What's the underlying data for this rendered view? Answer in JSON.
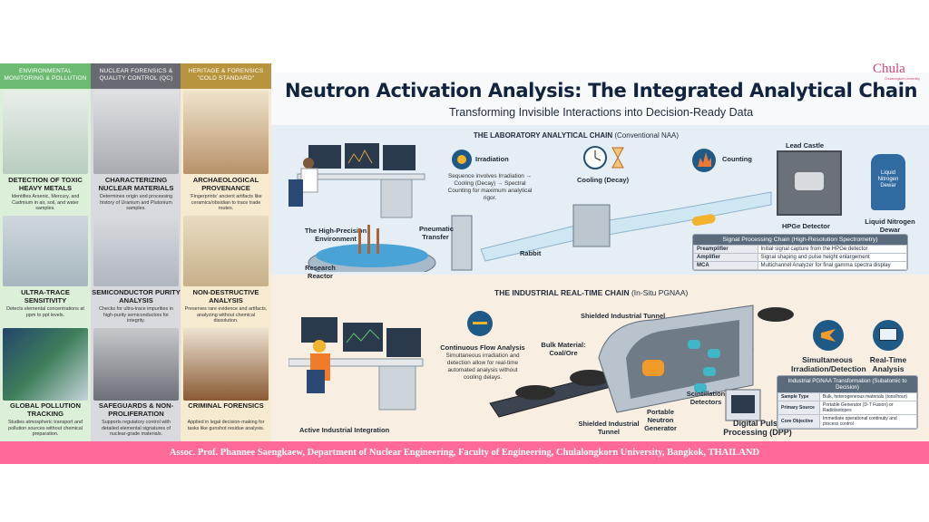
{
  "columns": [
    {
      "header": "ENVIRONMENTAL MONITORING & POLLUTION",
      "color": "#6dbb73",
      "bg": "#dcefd9",
      "items": [
        {
          "title": "DETECTION OF TOXIC HEAVY METALS",
          "desc": "Identifies Arsenic, Mercury, and Cadmium in air, soil, and water samples."
        },
        {
          "title": "ULTRA-TRACE SENSITIVITY",
          "desc": "Detects elemental concentrations at ppm to ppt levels."
        },
        {
          "title": "GLOBAL POLLUTION TRACKING",
          "desc": "Studies atmospheric transport and pollution sources without chemical preparation."
        }
      ]
    },
    {
      "header": "NUCLEAR FORENSICS & QUALITY CONTROL (QC)",
      "color": "#686c72",
      "bg": "#d9dadf",
      "items": [
        {
          "title": "CHARACTERIZING NUCLEAR MATERIALS",
          "desc": "Determines origin and processing history of Uranium and Plutonium samples."
        },
        {
          "title": "SEMICONDUCTOR PURITY ANALYSIS",
          "desc": "Checks for ultra-trace impurities in high-purity semiconductors for integrity."
        },
        {
          "title": "SAFEGUARDS & NON-PROLIFERATION",
          "desc": "Supports regulatory control with detailed elemental signatures of nuclear-grade materials."
        }
      ]
    },
    {
      "header": "HERITAGE & FORENSICS \"COLD STANDARD\"",
      "color": "#b8953c",
      "bg": "#f6ead0",
      "items": [
        {
          "title": "ARCHAEOLOGICAL PROVENANCE",
          "desc": "'Fingerprints' ancient artifacts like ceramics/obsidian to trace trade routes."
        },
        {
          "title": "NON-DESTRUCTIVE ANALYSIS",
          "desc": "Preserves rare evidence and artifacts, analyzing without chemical dissolution."
        },
        {
          "title": "CRIMINAL FORENSICS",
          "desc": "Applied in legal decision-making for tasks like gunshot residue analysis."
        }
      ]
    }
  ],
  "logo": {
    "text": "Chula",
    "sub": "Chulalongkorn University"
  },
  "title": "Neutron Activation Analysis: The Integrated Analytical Chain",
  "subtitle": "Transforming Invisible Interactions into Decision-Ready Data",
  "lab": {
    "heading": "THE LABORATORY ANALYTICAL CHAIN",
    "heading_note": "(Conventional NAA)",
    "env_label": "The High-Precision Environment",
    "irradiation": "Irradiation",
    "sequence": "Sequence involves Irradiation → Cooling (Decay) → Spectral Counting for maximum analytical rigor.",
    "cooling": "Cooling (Decay)",
    "counting": "Counting",
    "lead_castle": "Lead Castle",
    "hpge": "HPGe Detector",
    "dewar_label": "Liquid Nitrogen Dewar",
    "dewar_tank": "Liquid Nitrogen Dewar",
    "pneumatic": "Pneumatic Transfer",
    "rabbit": "Rabbit",
    "reactor": "Research Reactor",
    "table": {
      "title": "Signal Processing Chain (High-Resolution Spectrometry)",
      "rows": [
        [
          "Preamplifier",
          "Initial signal capture from the HPGe detector"
        ],
        [
          "Amplifier",
          "Signal shaping and pulse height enlargement"
        ],
        [
          "MCA",
          "Multichannel Analyzer for final gamma spectra display"
        ]
      ]
    }
  },
  "industrial": {
    "heading": "THE INDUSTRIAL REAL-TIME CHAIN",
    "heading_note": "(In-Situ PGNAA)",
    "worker_label": "Active Industrial Integration",
    "flow_title": "Continuous Flow Analysis",
    "flow_desc": "Simultaneous irradiation and detection allow for real-time automated analysis without cooling delays.",
    "tunnel_top": "Shielded Industrial Tunnel",
    "bulk": "Bulk Material: Coal/Ore",
    "tunnel_bottom": "Shielded Industrial Tunnel",
    "generator": "Portable Neutron Generator",
    "scint": "Scintillation Detectors",
    "dpp": "Digital Pulse Processing (DPP)",
    "simul": "Simultaneous Irradiation/Detection",
    "realtime": "Real-Time Analysis",
    "table": {
      "title": "Industrial PGNAA Transformation (Subatomic to Decision)",
      "rows": [
        [
          "Sample Type",
          "Bulk, heterogeneous materials (tons/hour)"
        ],
        [
          "Primary Source",
          "Portable Generator (D-T Fusion) or Radioisotopes"
        ],
        [
          "Core Objective",
          "Immediate operational continuity and process control"
        ]
      ]
    }
  },
  "footer": "Assoc. Prof. Phannee Saengkaew, Department of Nuclear Engineering, Faculty of Engineering, Chulalongkorn University, Bangkok, THAILAND"
}
